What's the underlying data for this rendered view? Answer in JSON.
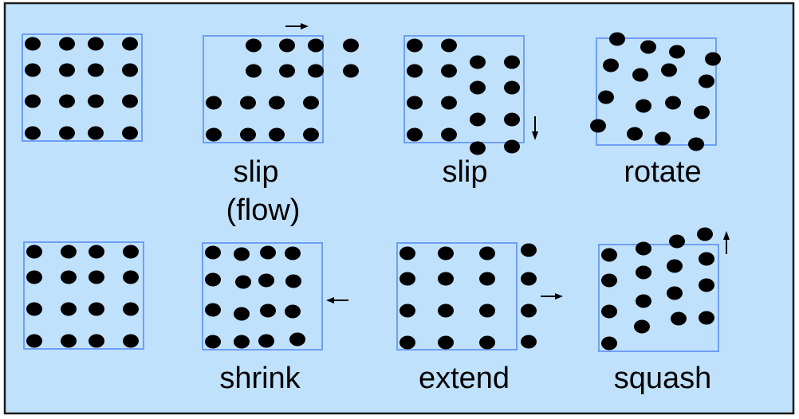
{
  "colors": {
    "background": "#c0e1fb",
    "frame": "#1a1a1a",
    "box": "#6f9ff5",
    "dot": "#000000"
  },
  "panels": [
    {
      "id": "reference-top",
      "label_lines": [],
      "arrow": null,
      "dots": [
        [
          41,
          55
        ],
        [
          84,
          55
        ],
        [
          120,
          55
        ],
        [
          163,
          55
        ],
        [
          41,
          88
        ],
        [
          84,
          88
        ],
        [
          120,
          88
        ],
        [
          163,
          88
        ],
        [
          41,
          127
        ],
        [
          84,
          127
        ],
        [
          120,
          127
        ],
        [
          163,
          127
        ],
        [
          41,
          167
        ],
        [
          84,
          167
        ],
        [
          120,
          167
        ],
        [
          163,
          167
        ]
      ]
    },
    {
      "id": "slip-flow",
      "label_lines": [
        "slip",
        "(flow)"
      ],
      "arrow": "right-arrow-icon",
      "dots": [
        [
          318,
          57
        ],
        [
          360,
          57
        ],
        [
          396,
          57
        ],
        [
          440,
          57
        ],
        [
          318,
          89
        ],
        [
          360,
          89
        ],
        [
          396,
          89
        ],
        [
          440,
          89
        ],
        [
          268,
          129
        ],
        [
          311,
          129
        ],
        [
          347,
          129
        ],
        [
          390,
          129
        ],
        [
          268,
          169
        ],
        [
          311,
          169
        ],
        [
          347,
          169
        ],
        [
          390,
          169
        ]
      ]
    },
    {
      "id": "slip",
      "label_lines": [
        "slip"
      ],
      "arrow": "down-arrow-icon",
      "dots": [
        [
          520,
          57
        ],
        [
          563,
          57
        ],
        [
          520,
          89
        ],
        [
          563,
          89
        ],
        [
          520,
          129
        ],
        [
          563,
          129
        ],
        [
          520,
          169
        ],
        [
          563,
          169
        ],
        [
          599,
          78
        ],
        [
          642,
          78
        ],
        [
          599,
          110
        ],
        [
          642,
          110
        ],
        [
          599,
          150
        ],
        [
          642,
          150
        ],
        [
          599,
          186
        ],
        [
          642,
          184
        ]
      ]
    },
    {
      "id": "rotate",
      "label_lines": [
        "rotate"
      ],
      "arrow": null,
      "dots": [
        [
          774,
          49
        ],
        [
          813,
          59
        ],
        [
          849,
          65
        ],
        [
          894,
          74
        ],
        [
          766,
          82
        ],
        [
          803,
          94
        ],
        [
          839,
          88
        ],
        [
          886,
          102
        ],
        [
          760,
          122
        ],
        [
          807,
          133
        ],
        [
          844,
          129
        ],
        [
          880,
          141
        ],
        [
          750,
          158
        ],
        [
          796,
          168
        ],
        [
          831,
          174
        ],
        [
          873,
          181
        ]
      ]
    },
    {
      "id": "reference-bottom",
      "label_lines": [],
      "arrow": null,
      "dots": [
        [
          43,
          316
        ],
        [
          86,
          316
        ],
        [
          121,
          316
        ],
        [
          164,
          316
        ],
        [
          43,
          348
        ],
        [
          86,
          348
        ],
        [
          121,
          348
        ],
        [
          164,
          348
        ],
        [
          43,
          388
        ],
        [
          86,
          388
        ],
        [
          121,
          388
        ],
        [
          164,
          388
        ],
        [
          43,
          428
        ],
        [
          86,
          428
        ],
        [
          121,
          428
        ],
        [
          164,
          428
        ]
      ]
    },
    {
      "id": "shrink",
      "label_lines": [
        "shrink"
      ],
      "arrow": "left-arrow-icon",
      "dots": [
        [
          267,
          317
        ],
        [
          303,
          319
        ],
        [
          336,
          317
        ],
        [
          367,
          318
        ],
        [
          267,
          351
        ],
        [
          305,
          354
        ],
        [
          334,
          352
        ],
        [
          368,
          353
        ],
        [
          267,
          389
        ],
        [
          303,
          394
        ],
        [
          336,
          390
        ],
        [
          367,
          391
        ],
        [
          267,
          429
        ],
        [
          303,
          429
        ],
        [
          334,
          428
        ],
        [
          373,
          426
        ]
      ]
    },
    {
      "id": "extend",
      "label_lines": [
        "extend"
      ],
      "arrow": "right-arrow-icon",
      "dots": [
        [
          511,
          318
        ],
        [
          559,
          318
        ],
        [
          611,
          318
        ],
        [
          663,
          314
        ],
        [
          511,
          350
        ],
        [
          559,
          350
        ],
        [
          611,
          350
        ],
        [
          663,
          350
        ],
        [
          511,
          390
        ],
        [
          559,
          390
        ],
        [
          611,
          390
        ],
        [
          663,
          390
        ],
        [
          511,
          430
        ],
        [
          559,
          430
        ],
        [
          611,
          430
        ],
        [
          663,
          429
        ]
      ]
    },
    {
      "id": "squash",
      "label_lines": [
        "squash"
      ],
      "arrow": "up-arrow-icon",
      "dots": [
        [
          764,
          320
        ],
        [
          807,
          312
        ],
        [
          849,
          303
        ],
        [
          884,
          294
        ],
        [
          764,
          352
        ],
        [
          807,
          342
        ],
        [
          846,
          334
        ],
        [
          886,
          325
        ],
        [
          764,
          391
        ],
        [
          807,
          378
        ],
        [
          846,
          368
        ],
        [
          886,
          358
        ],
        [
          764,
          431
        ],
        [
          805,
          410
        ],
        [
          851,
          400
        ],
        [
          886,
          399
        ]
      ]
    }
  ]
}
